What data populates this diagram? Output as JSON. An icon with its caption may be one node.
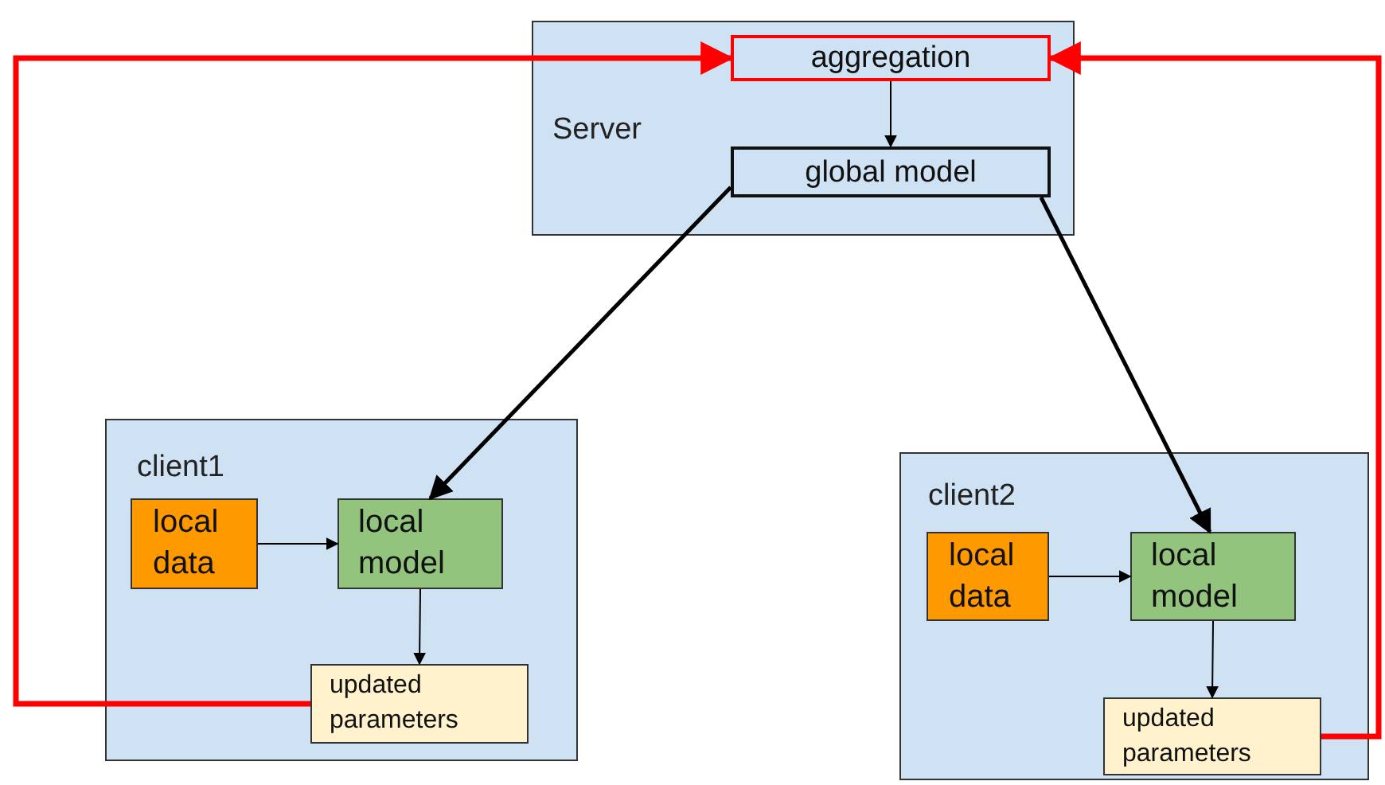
{
  "diagram": {
    "nodes": [
      {
        "text": [
          "Server"
        ]
      },
      {
        "text": [
          "aggregation"
        ],
        "in": 0
      },
      {
        "text": [
          "global model"
        ],
        "in": 0
      },
      {
        "text": [
          "client1"
        ]
      },
      {
        "text": [
          "local data"
        ],
        "in": 3
      },
      {
        "text": [
          "local model"
        ],
        "in": 3
      },
      {
        "text": [
          "updated parameters"
        ],
        "in": 3
      },
      {
        "text": [
          "client2"
        ]
      },
      {
        "text": [
          "local data"
        ],
        "in": 7
      },
      {
        "text": [
          "local model"
        ],
        "in": 7
      },
      {
        "text": [
          "updated parameters"
        ],
        "in": 7
      }
    ],
    "edges": [
      {
        "from": 1,
        "to": 2,
        "arrow": "to"
      },
      {
        "from": 2,
        "to": 5,
        "arrow": "to",
        "style": "thick"
      },
      {
        "from": 2,
        "to": 9,
        "arrow": "to",
        "style": "thick"
      },
      {
        "from": 4,
        "to": 5,
        "arrow": "to"
      },
      {
        "from": 5,
        "to": 6,
        "arrow": "to"
      },
      {
        "from": 8,
        "to": 9,
        "arrow": "to"
      },
      {
        "from": 9,
        "to": 10,
        "arrow": "to"
      },
      {
        "from": 6,
        "to": 1,
        "arrow": "to",
        "style": "thick",
        "color": "#ff0000"
      },
      {
        "from": 10,
        "to": 1,
        "arrow": "to",
        "style": "thick",
        "color": "#ff0000"
      }
    ]
  }
}
